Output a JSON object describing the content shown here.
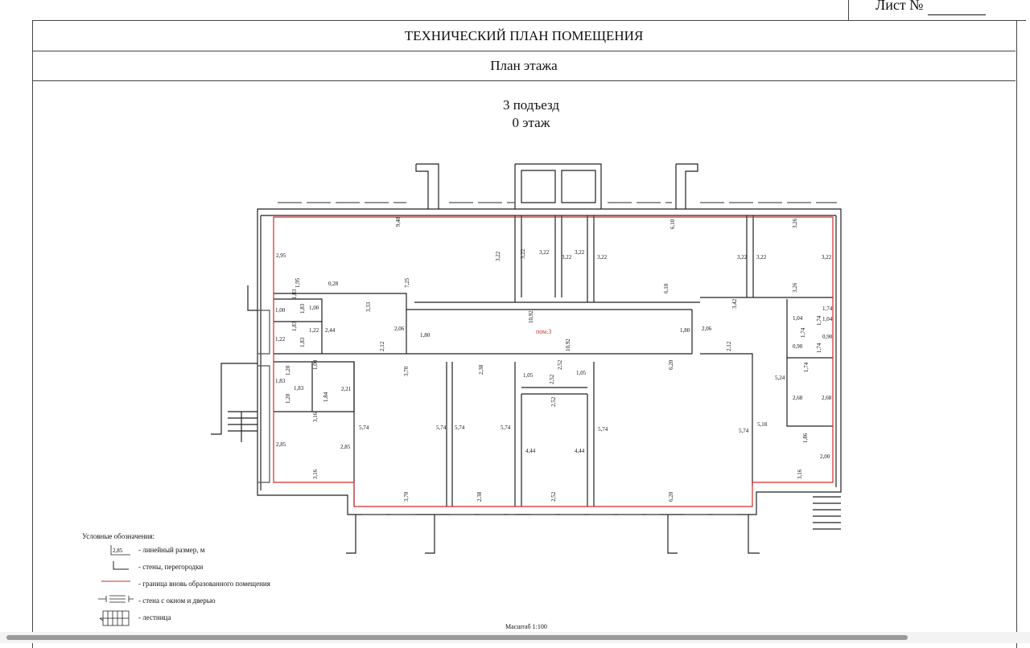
{
  "header": {
    "sheet_label": "Лист №",
    "title": "ТЕХНИЧЕСКИЙ ПЛАН ПОМЕЩЕНИЯ",
    "subtitle": "План этажа"
  },
  "plan": {
    "entrance": "3 подъезд",
    "floor": "0 этаж",
    "room_label": "пом.3",
    "colors": {
      "boundary": "#d62a2a",
      "wall": "#222222"
    },
    "dims": {
      "d948": "9,48",
      "d322a": "3,22",
      "d322b": "3,22",
      "d322c": "3,22",
      "d322d": "3,22",
      "d322e": "3,22",
      "d322f": "3,22",
      "d322g": "3,22",
      "d322h": "3,22",
      "d322i": "3,22",
      "d610a": "6,10",
      "d610b": "6,10",
      "d326a": "3,26",
      "d326b": "3,26",
      "d295": "2,95",
      "d195": "1,95",
      "d028": "0,28",
      "d725": "7,25",
      "d100a": "1,00",
      "d100b": "1,00",
      "d183a": "1,83",
      "d183b": "1,83",
      "d183c": "1,83",
      "d183d": "1,83",
      "d183e": "1,83",
      "d183f": "1,83",
      "d122a": "1,22",
      "d122b": "1,22",
      "d244": "2,44",
      "d333": "3,33",
      "d206a": "2,06",
      "d206b": "2,06",
      "d180a": "1,80",
      "d180b": "1,80",
      "d1092a": "10,92",
      "d1092b": "10,92",
      "d212a": "2,12",
      "d212b": "2,12",
      "d342": "3,42",
      "d174a": "1,74",
      "d174b": "1,74",
      "d174c": "1,74",
      "d174d": "1,74",
      "d174e": "1,74",
      "d104a": "1,04",
      "d104b": "1,04",
      "d090a": "0,90",
      "d090b": "0,90",
      "d120a": "1,20",
      "d120b": "1,20",
      "d221": "2,21",
      "d184": "1,84",
      "d316a": "3,16",
      "d316b": "3,16",
      "d316c": "3,16",
      "d285a": "2,85",
      "d285b": "2,85",
      "d370a": "3,70",
      "d370b": "3,70",
      "d574a": "5,74",
      "d574b": "5,74",
      "d574c": "5,74",
      "d574d": "5,74",
      "d574e": "5,74",
      "d574f": "5,74",
      "d238a": "2,38",
      "d238b": "2,38",
      "d105a": "1,05",
      "d105b": "1,05",
      "d252a": "2,52",
      "d252b": "2,52",
      "d252c": "2,52",
      "d252d": "2,52",
      "d444a": "4,44",
      "d444b": "4,44",
      "d620a": "6,20",
      "d620b": "6,20",
      "d524": "5,24",
      "d518": "5,18",
      "d268a": "2,68",
      "d268b": "2,68",
      "d186": "1,86",
      "d200": "2,00"
    }
  },
  "legend": {
    "title": "Условные обозначения:",
    "sample_dim": "2,85",
    "items": [
      "- линейный размер, м",
      "- стены, перегородки",
      "- граница вновь образованного помещения",
      "- стена с окном и дверью",
      "- лестница"
    ]
  },
  "scale": "Масштаб 1:100"
}
